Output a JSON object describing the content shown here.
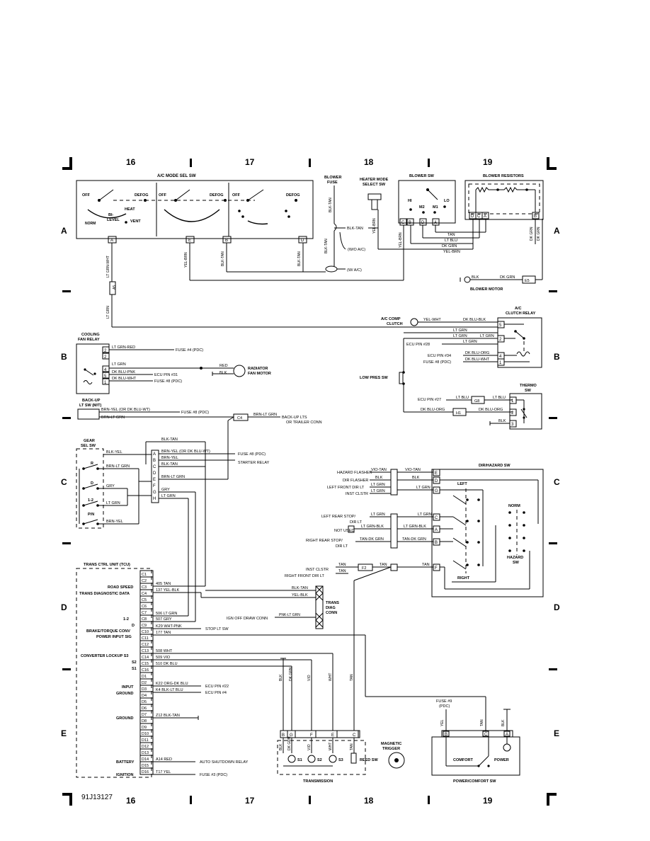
{
  "grid": {
    "top_cols": [
      "16",
      "17",
      "18",
      "19"
    ],
    "bottom_cols": [
      "16",
      "17",
      "18",
      "19"
    ],
    "rows": [
      "A",
      "B",
      "C",
      "D",
      "E"
    ]
  },
  "figure_id": "91J13127",
  "components": {
    "ac_mode_sel_sw": {
      "title": "A/C MODE SEL SW",
      "off1": "OFF",
      "defog1": "DEFOG",
      "off2": "OFF",
      "defog2": "DEFOG",
      "off3": "OFF",
      "defog3": "DEFOG",
      "heat": "HEAT",
      "norm": "NORM",
      "bi": "BI-",
      "level": "LEVEL",
      "vent": "VENT",
      "pins": [
        "A",
        "E",
        "B",
        "D"
      ]
    },
    "blower_fuse": {
      "line1": "BLOWER",
      "line2": "FUSE"
    },
    "heater_mode": {
      "line1": "HEATER MODE",
      "line2": "SELECT SW"
    },
    "blower_sw": {
      "title": "BLOWER SW",
      "hi": "HI",
      "lo": "LO",
      "m2": "M2",
      "m1": "M1",
      "pins": [
        "C",
        "B",
        "D",
        "A"
      ]
    },
    "blower_resistors": {
      "title": "BLOWER RESISTORS",
      "pins": [
        "D",
        "C",
        "A",
        "B"
      ]
    },
    "blower_motor": {
      "label": "BLOWER MOTOR",
      "conn": "E5"
    },
    "ac_comp_clutch": {
      "line1": "A/C COMP",
      "line2": "CLUTCH"
    },
    "ac_clutch_relay": {
      "line1": "A/C",
      "line2": "CLUTCH RELAY",
      "pins": [
        "5",
        "2",
        "4",
        "1"
      ]
    },
    "cooling_fan_relay": {
      "line1": "COOLING",
      "line2": "FAN RELAY",
      "pins": [
        "2",
        "2",
        "4",
        "5",
        "1"
      ]
    },
    "radiator_fan": {
      "line1": "RADIATOR",
      "line2": "FAN MOTOR"
    },
    "low_pres_sw": "LOW PRES SW",
    "thermo_sw": {
      "line1": "THERMO",
      "line2": "SW",
      "pins": [
        "1",
        "2",
        "3"
      ]
    },
    "backup_sw": {
      "line1": "BACK-UP",
      "line2": "LT SW (M/T)"
    },
    "gear_sel_sw": {
      "line1": "GEAR",
      "line2": "SEL SW",
      "r": "R",
      "d": "D",
      "one_two": "1-2",
      "pn": "P/N",
      "pins": [
        "A",
        "B",
        "C",
        "D",
        "E",
        "F",
        "G",
        "H"
      ]
    },
    "dir_hazard_sw": {
      "title": "DIR/HAZARD SW",
      "left": "LEFT",
      "norm": "NORM",
      "right": "RIGHT",
      "hazard1": "HAZARD",
      "hazard2": "SW",
      "pins": [
        "E",
        "D",
        "G",
        "C",
        "A",
        "B",
        "F"
      ]
    },
    "tcu": {
      "title": "TRANS CTRL UNIT (TCU)",
      "pins": [
        "C1",
        "C2",
        "C3",
        "C4",
        "C5",
        "C6",
        "C7",
        "C8",
        "C9",
        "C10",
        "C11",
        "C12",
        "C13",
        "C14",
        "C15",
        "C16",
        "D1",
        "D2",
        "D3",
        "D4",
        "D5",
        "D6",
        "D7",
        "D8",
        "D9",
        "D10",
        "D11",
        "D12",
        "D13",
        "D14",
        "D15",
        "D16"
      ]
    },
    "trans_diag": {
      "line1": "TRANS",
      "line2": "DIAG",
      "line3": "CONN"
    },
    "transmission": {
      "title": "TRANSMISSION",
      "s1": "S1",
      "s2": "S2",
      "s3": "S3",
      "reed": "REED SW",
      "mag1": "MAGNETIC",
      "mag2": "TRIGGER",
      "pins": [
        "B",
        "G",
        "F",
        "E",
        "C"
      ]
    },
    "power_comfort": {
      "title": "POWER/COMFORT SW",
      "comfort": "COMFORT",
      "power": "POWER",
      "pins": [
        "B",
        "C",
        "A"
      ]
    }
  },
  "labels": {
    "blk_tan": "BLK-TAN",
    "yel_brn": "YEL-BRN",
    "lt_grn_wht": "LT GRN-WHT",
    "lt_grn": "LT GRN",
    "tan": "TAN",
    "lt_blu": "LT BLU",
    "dk_grn": "DK GRN",
    "blk": "BLK",
    "wo_ac": "(W/O A/C)",
    "w_ac": "(W/ A/C)",
    "a5": "A5",
    "yel_wht": "YEL-WHT",
    "dk_blu_blk": "DK BLU-BLK",
    "ecu28": "ECU PIN #28",
    "ecu34": "ECU PIN #34",
    "fuse8": "FUSE #8 (PDC)",
    "dk_blu_org": "DK BLU-ORG",
    "dk_blu_wht": "DK BLU-WHT",
    "lt_grn_red": "LT GRN-RED",
    "fuse4": "FUSE #4 (PDC)",
    "dk_blu_pnk": "DK BLU-PNK",
    "ecu31": "ECU PIN #31",
    "red": "RED",
    "ecu27": "ECU PIN #27",
    "g8": "G8",
    "h1": "H1",
    "brn_yel_or": "BRN-YEL (OR DK BLU-WT)",
    "brn_lt_grn": "BRN-LT GRN",
    "backup_lts": "BACK-UP LTS",
    "trailer": "OR TRAILER CONN",
    "c4": "C4",
    "blk_yel": "BLK-YEL",
    "brn_yel": "BRN-YEL",
    "starter_relay": "STARTER RELAY",
    "gry": "GRY",
    "hazard_flasher": "HAZARD FLASHER",
    "dir_flasher": "DIR FLASHER",
    "left_front": "LEFT FRONT DIR LT",
    "inst_clstr": "INST CLSTR",
    "vio_tan": "VIO-TAN",
    "left_rear_stop": "LEFT REAR STOP/",
    "dir_lt": "DIR LT",
    "not_used": "NOT USED",
    "lt_grn_blk": "LT GRN-BLK",
    "right_rear_stop": "RIGHT REAR STOP/",
    "tan_dk_grn": "TAN-DK GRN",
    "right_front": "RIGHT FRONT DIR LT",
    "f2": "F2",
    "road_speed": "ROAD SPEED",
    "trans_diag_data": "TRANS DIAGNOSTIC DATA",
    "w405": "405 TAN",
    "w137": "137 YEL-BLK",
    "yel_blk": "YEL-BLK",
    "ign_off": "IGN OFF DRAW CONN",
    "pnk_lt_grn": "PNK-LT GRN",
    "one_two": "1-2",
    "d": "D",
    "w506": "506 LT GRN",
    "w507": "507 GRY",
    "brake": "BRAKE/TORQUE CONV",
    "wk29": "K29 WHT-PNK",
    "stop_lt": "STOP LT SW",
    "power_input": "POWER INPUT SIG",
    "w177": "177 TAN",
    "conv_lockup": "CONVERTER LOCKUP S3",
    "s2": "S2",
    "s1": "S1",
    "w508": "508 WHT",
    "w509": "509 VIO",
    "w510": "510 DK BLU",
    "input": "INPUT",
    "ground": "GROUND",
    "wk22": "K22 ORG-DK BLU",
    "wk4": "K4 BLK-LT BLU",
    "ecu22": "ECU PIN #22",
    "ecu4": "ECU PIN #4",
    "wz12": "Z12 BLK-TAN",
    "battery": "BATTERY",
    "wa14": "A14 RED",
    "auto_shutdown": "AUTO SHUTDOWN RELAY",
    "ignition": "IGNITION",
    "wt17": "T17 YEL",
    "fuse3": "FUSE #3 (PDC)",
    "fuse9": "FUSE #9",
    "pdc": "(PDC)",
    "yel": "YEL",
    "vio": "VIO",
    "wht": "WHT"
  }
}
